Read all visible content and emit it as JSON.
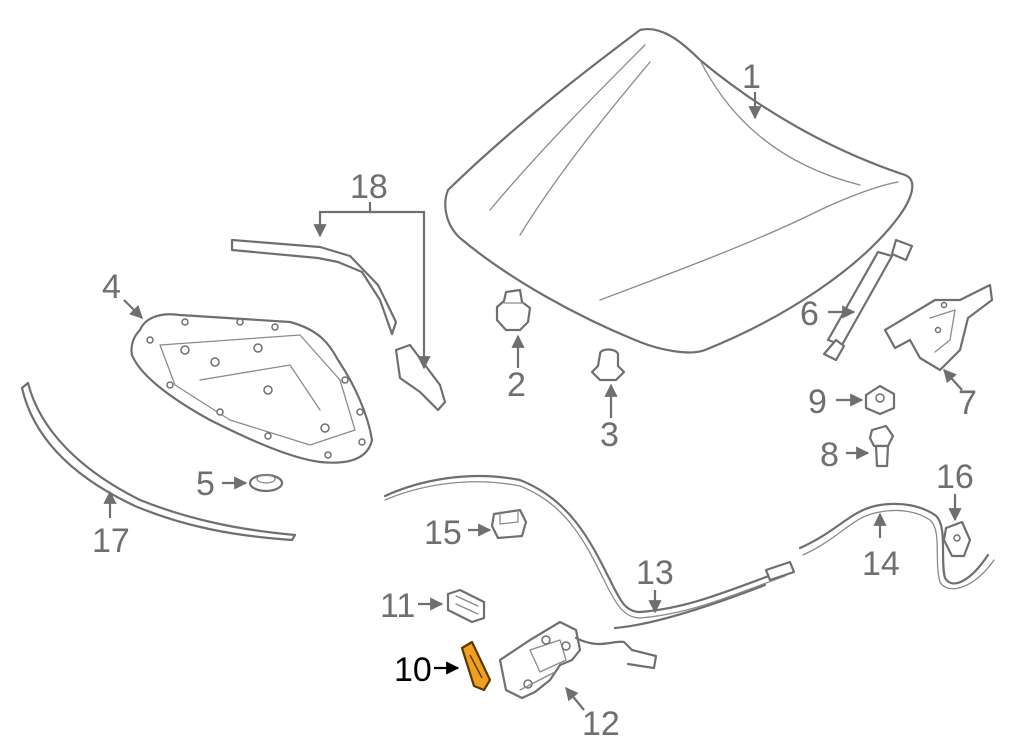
{
  "callouts": {
    "c1": "1",
    "c2": "2",
    "c3": "3",
    "c4": "4",
    "c5": "5",
    "c6": "6",
    "c7": "7",
    "c8": "8",
    "c9": "9",
    "c10": "10",
    "c11": "11",
    "c12": "12",
    "c13": "13",
    "c14": "14",
    "c15": "15",
    "c16": "16",
    "c17": "17",
    "c18": "18"
  },
  "colors": {
    "line": "#6f6f6f",
    "highlight_fill": "#f0a020",
    "highlight_text": "#000000"
  },
  "highlighted_part": "10"
}
